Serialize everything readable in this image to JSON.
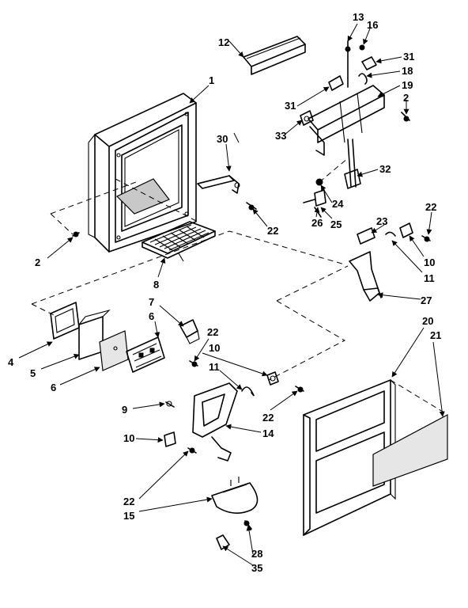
{
  "callouts": {
    "c1": "1",
    "c2a": "2",
    "c2b": "2",
    "c4": "4",
    "c5": "5",
    "c6a": "6",
    "c6b": "6",
    "c7": "7",
    "c8": "8",
    "c9": "9",
    "c10a": "10",
    "c10b": "10",
    "c10c": "10",
    "c11a": "11",
    "c11b": "11",
    "c12": "12",
    "c13": "13",
    "c14": "14",
    "c15": "15",
    "c16": "16",
    "c18": "18",
    "c19": "19",
    "c20": "20",
    "c21": "21",
    "c22a": "22",
    "c22b": "22",
    "c22c": "22",
    "c22d": "22",
    "c22e": "22",
    "c23": "23",
    "c24": "24",
    "c25": "25",
    "c26": "26",
    "c27": "27",
    "c28": "28",
    "c30": "30",
    "c31a": "31",
    "c31b": "31",
    "c32": "32",
    "c33": "33",
    "c35": "35"
  }
}
